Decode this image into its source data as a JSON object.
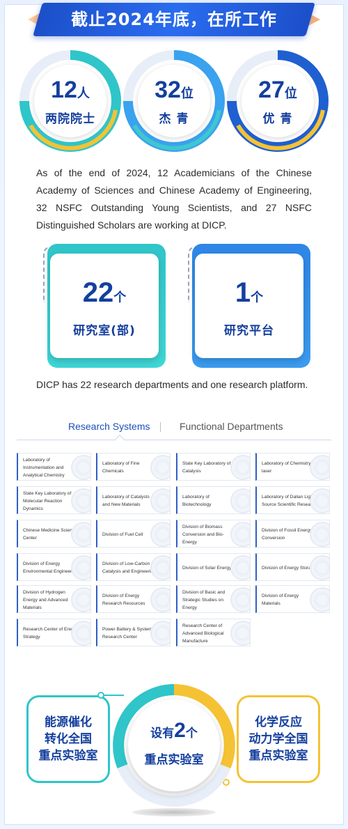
{
  "banner": {
    "title": "截止2024年底，在所工作"
  },
  "stats": [
    {
      "number": "12",
      "unit": "人",
      "caption": "两院院士"
    },
    {
      "number": "32",
      "unit": "位",
      "caption": "杰 青"
    },
    {
      "number": "27",
      "unit": "位",
      "caption": "优 青"
    }
  ],
  "para1": "As of the end of 2024, 12 Academicians of the Chinese Academy of Sciences and Chinese Academy of Engineering, 32 NSFC Outstanding Young Scientists, and 27 NSFC Distinguished Scholars are working at DICP.",
  "cards": [
    {
      "number": "22",
      "unit": "个",
      "caption": "研究室(部)"
    },
    {
      "number": "1",
      "unit": "个",
      "caption": "研究平台"
    }
  ],
  "para2": "DICP has 22 research departments and one research platform.",
  "tabs": {
    "active": "Research Systems",
    "inactive": "Functional Departments"
  },
  "departments": [
    "Laboratory of Instrumentation and Analytical Chemistry",
    "Laboratory of Fine Chemicals",
    "State Key Laboratory of Catalysis",
    "Laboratory of Chemistry laser",
    "State Key Laboratory of Molecular Reaction Dynamics",
    "Laboratory of Catalysts and New Materials",
    "Laboratory of Biotechnology",
    "Laboratory of Dalian Light Source Scientific Research",
    "Chinese Medicine Science Center",
    "Division of Fuel Cell",
    "Division of Biomass Conversion and Bio-Energy",
    "Division of Fossil Energy Conversion",
    "Division of Energy Environmental Engineering",
    "Division of Low-Carbon Catalysis and Engineering",
    "Division of Solar Energy",
    "Division of Energy Storage",
    "Division of Hydrogen Energy and Advanced Materials",
    "Division of Energy Research Resources",
    "Division of Basic and Strategic Studies on Energy",
    "Division of Energy Materials",
    "Research Center of Energy Strategy",
    "Power Battery & System Research Center",
    "Research Center of Advanced Biological Manufacture"
  ],
  "labs": {
    "left": [
      "能源催化",
      "转化全国",
      "重点实验室"
    ],
    "center_prefix": "设有",
    "center_number": "2",
    "center_unit": "个",
    "center_caption": "重点实验室",
    "right": [
      "化学反应",
      "动力学全国",
      "重点实验室"
    ]
  },
  "colors": {
    "navy": "#143f9e",
    "teal": "#2fc5c9",
    "blue": "#2f8ee6",
    "yellow": "#f5c234"
  }
}
